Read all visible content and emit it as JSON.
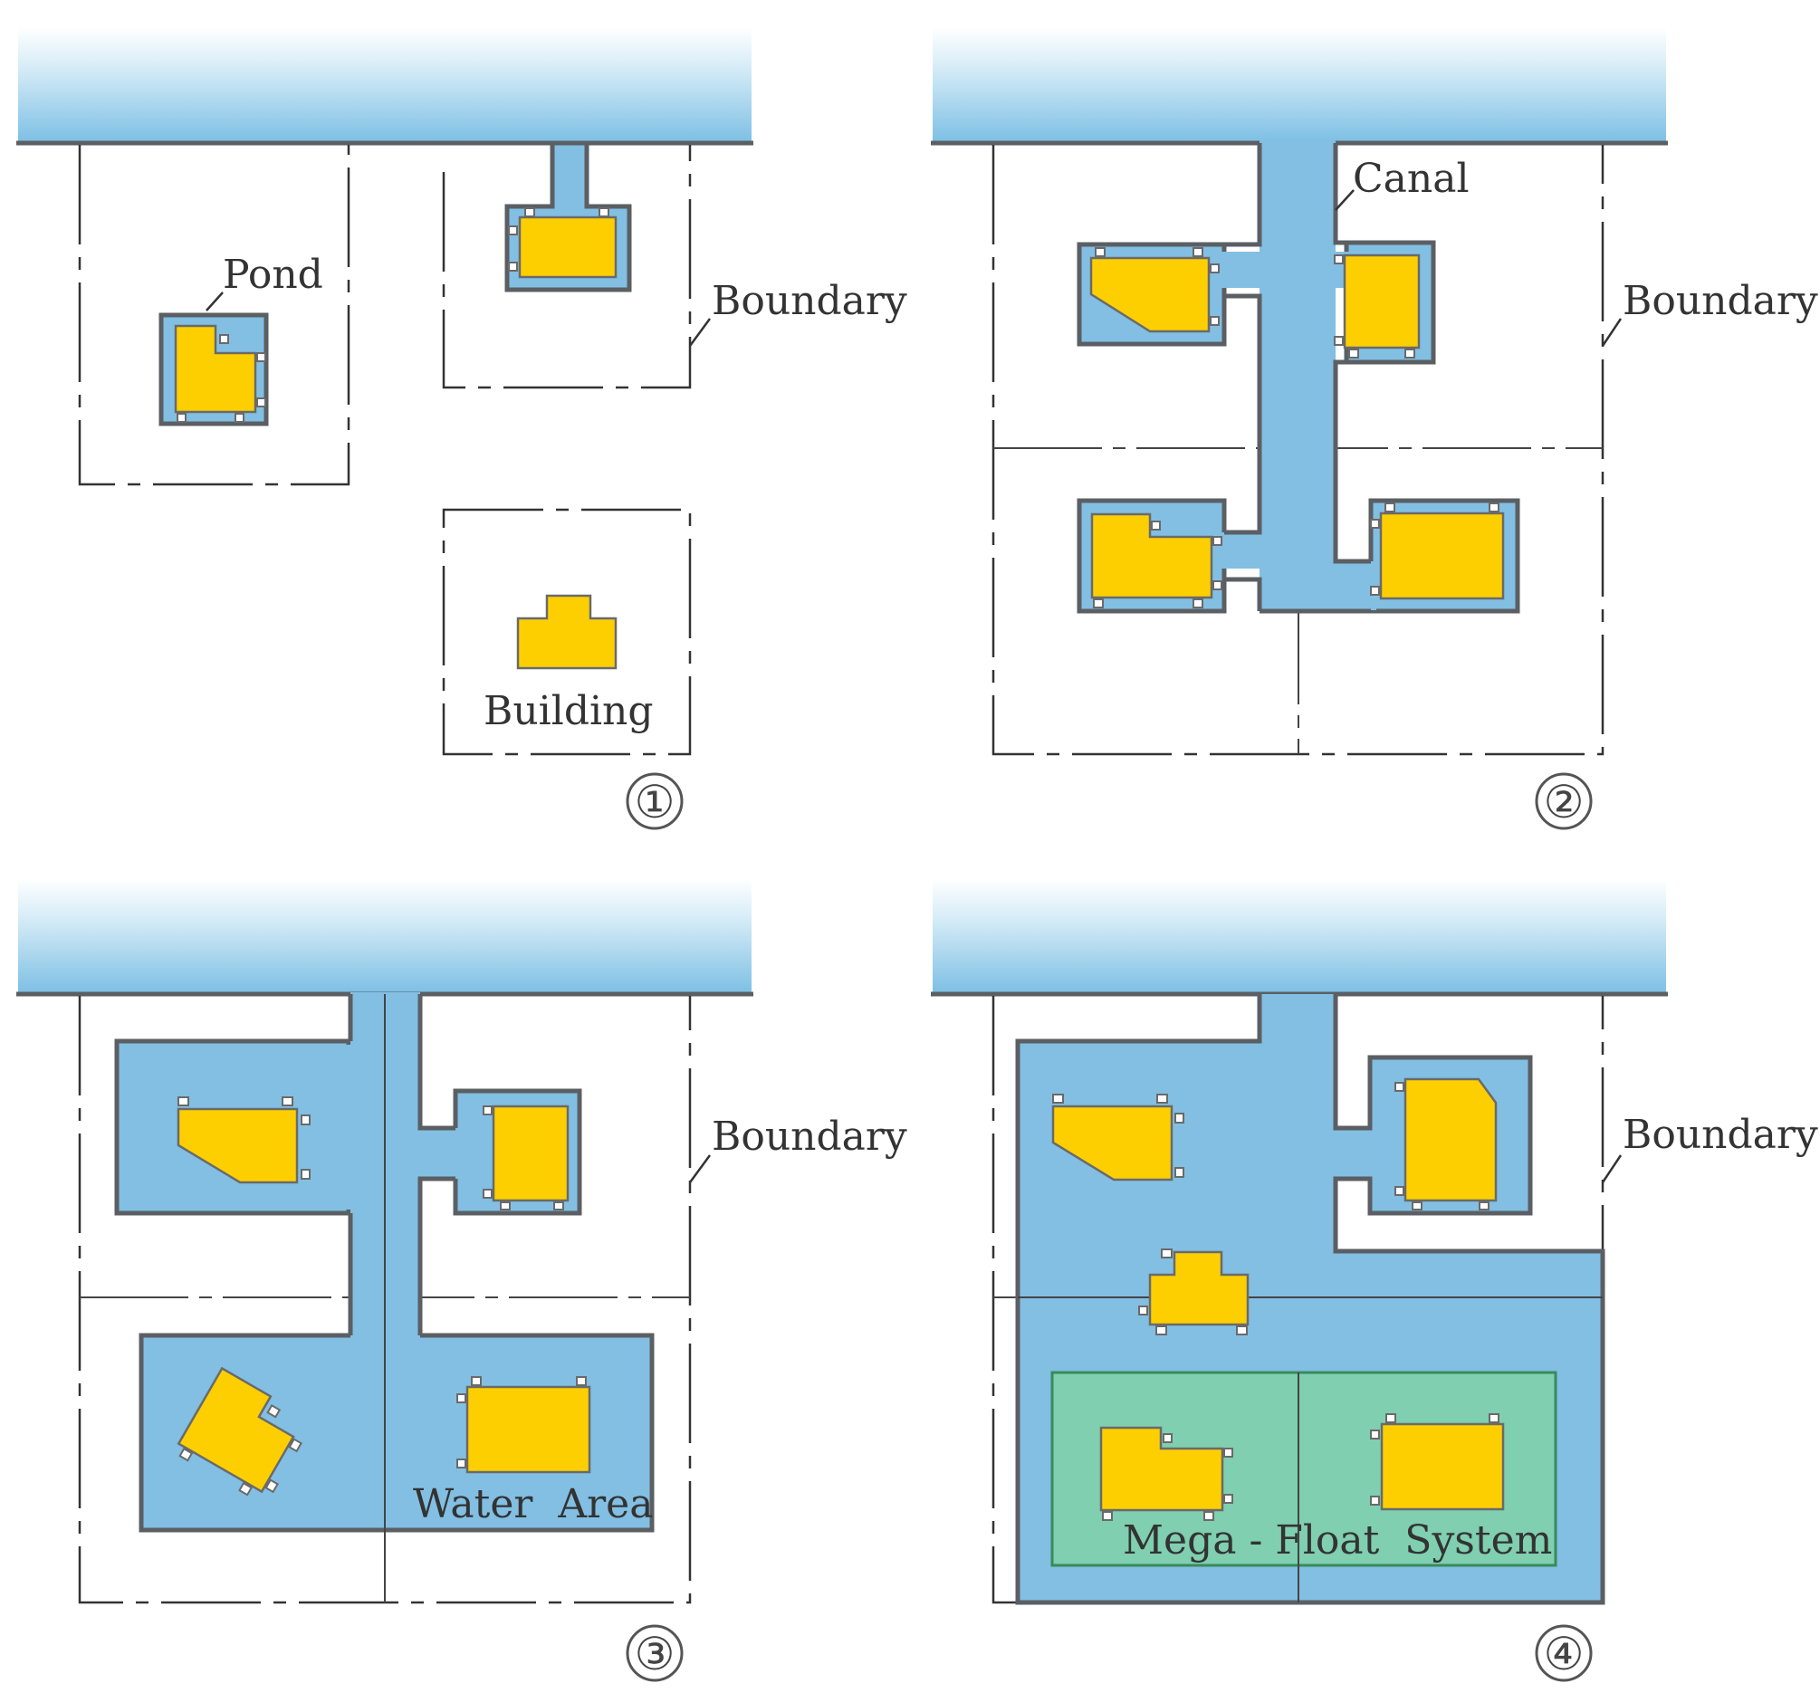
{
  "labels": {
    "pond": "Pond",
    "building": "Building",
    "canal": "Canal",
    "boundary": "Boundary",
    "water_area": "Water  Area",
    "mega_float": "Mega - Float  System"
  },
  "panel_numbers": [
    "①",
    "②",
    "③",
    "④"
  ],
  "colors": {
    "water": "#82bfe3",
    "building": "#fecf00",
    "mega_float": "#7fcfb0",
    "outline": "#5b5f63"
  }
}
